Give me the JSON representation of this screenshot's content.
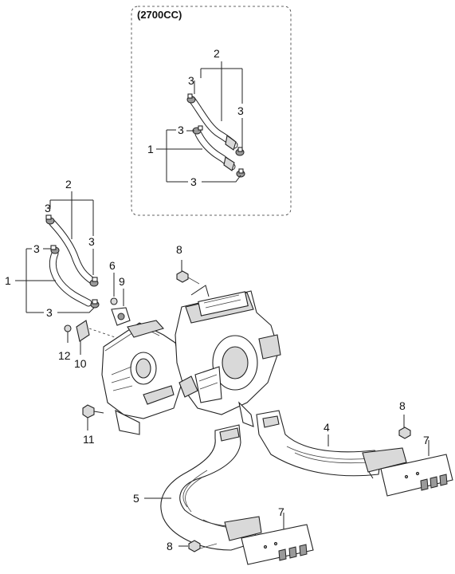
{
  "inset": {
    "title": "(2700CC)",
    "labels": {
      "hose_upper": "2",
      "clamp_upper_left": "3",
      "clamp_upper_right": "3",
      "clamp_mid": "3",
      "hose_lower": "1",
      "clamp_lower": "3"
    }
  },
  "main": {
    "labels": {
      "hose_upper": "2",
      "clamp_a": "3",
      "clamp_b": "3",
      "clamp_c": "3",
      "hose_lower": "1",
      "clamp_d": "3",
      "bolt_top": "8",
      "part_6": "6",
      "part_9": "9",
      "screw_12": "12",
      "part_10": "10",
      "bolt_11": "11",
      "duct_4": "4",
      "bolt_right": "8",
      "cover_right": "7",
      "duct_5": "5",
      "cover_bottom": "7",
      "bolt_bottom": "8"
    }
  }
}
